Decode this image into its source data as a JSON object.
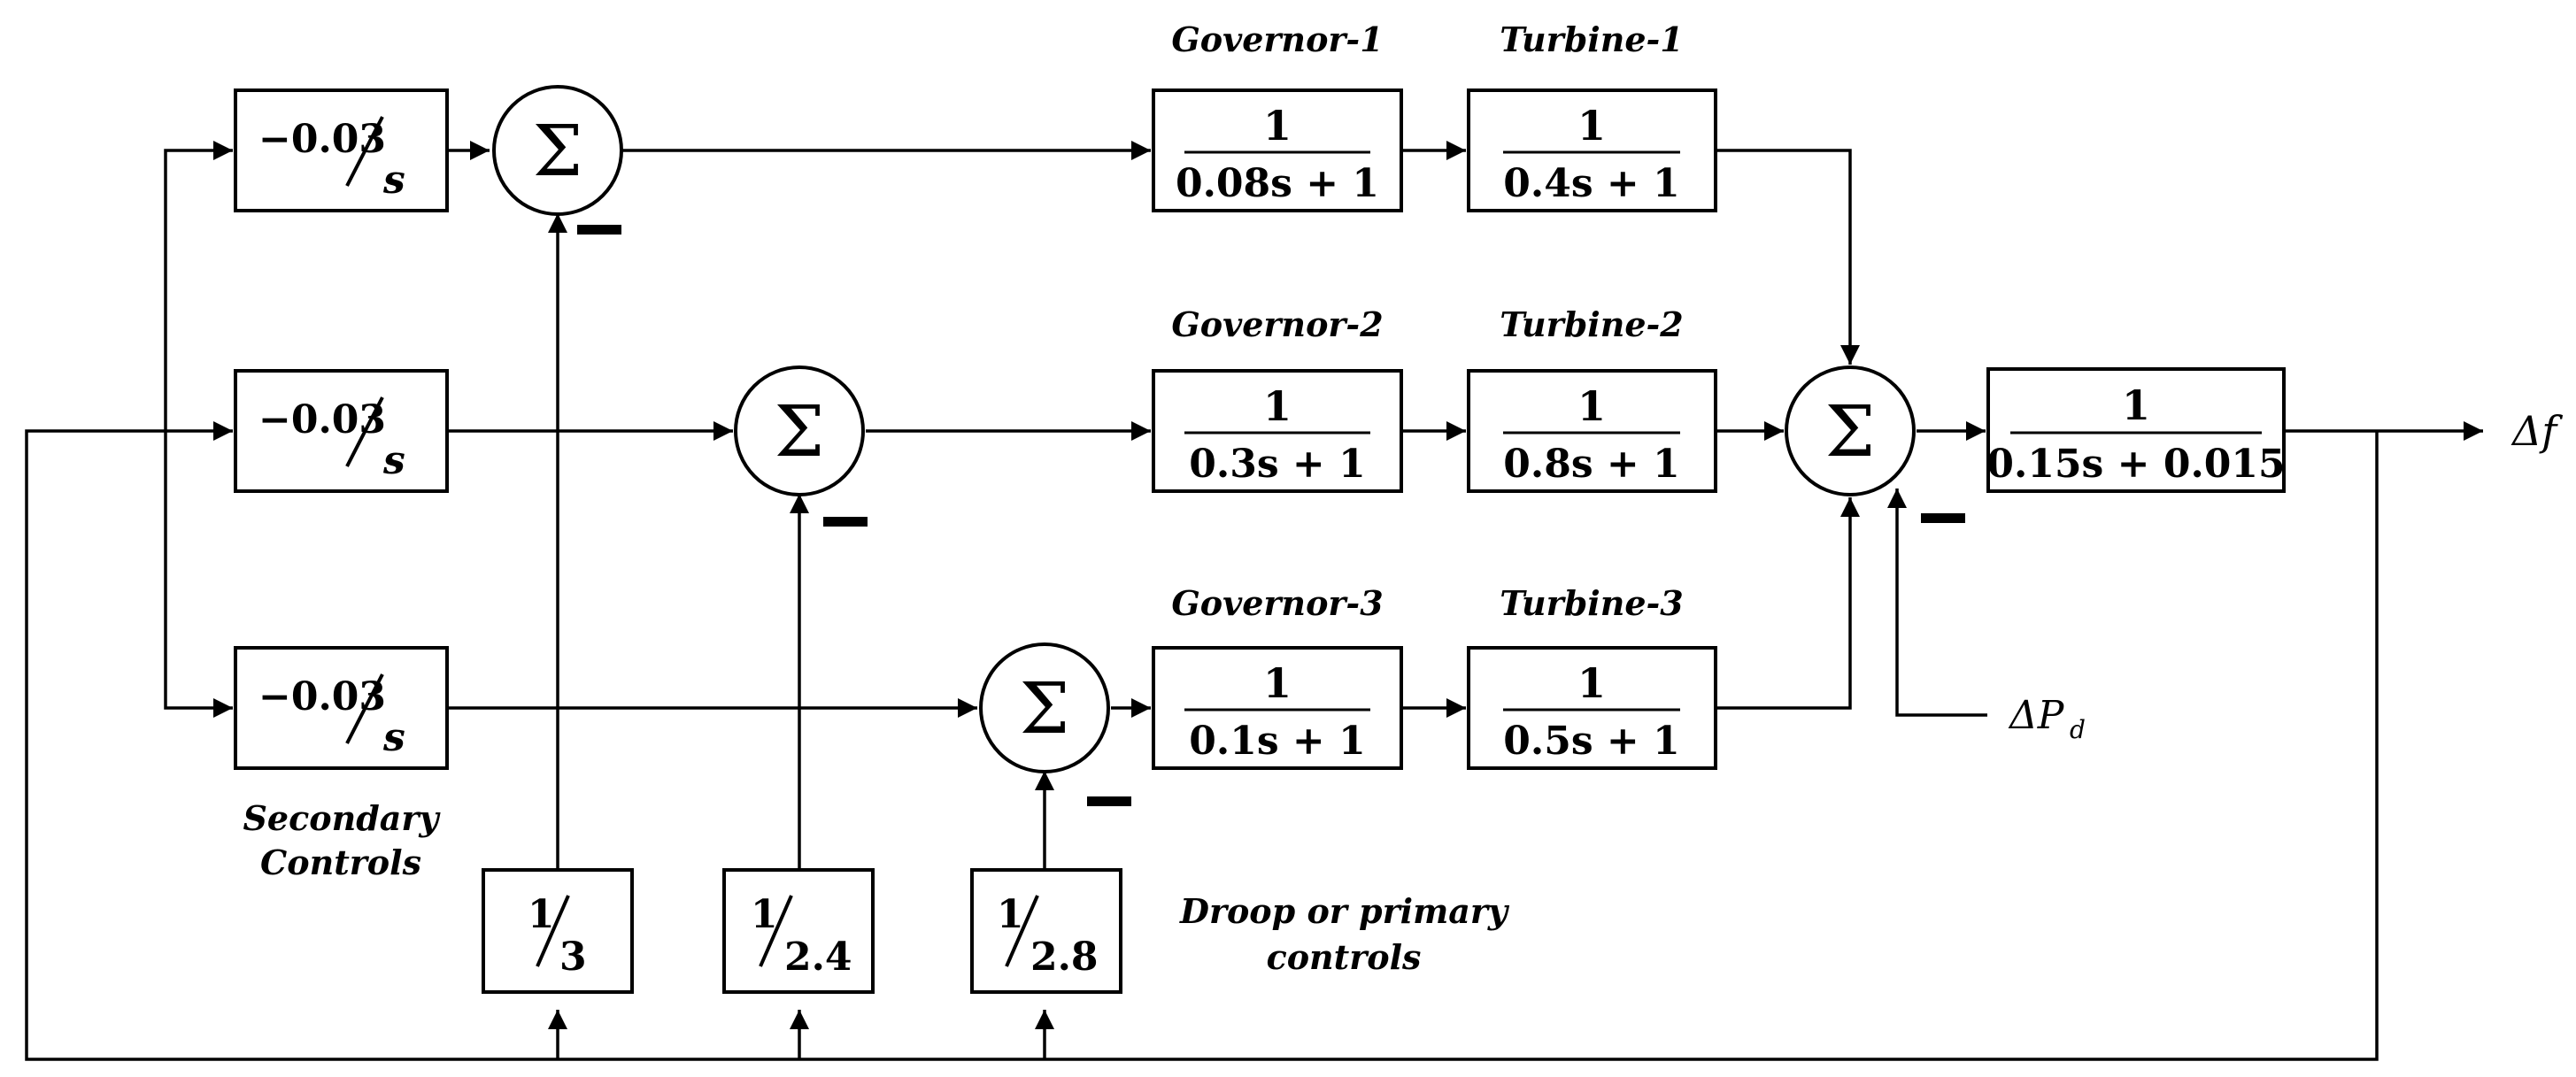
{
  "labels": {
    "governor_1": "Governor-1",
    "turbine_1": "Turbine-1",
    "governor_2": "Governor-2",
    "turbine_2": "Turbine-2",
    "governor_3": "Governor-3",
    "turbine_3": "Turbine-3",
    "secondary_controls_line1": "Secondary",
    "secondary_controls_line2": "Controls",
    "droop_line1": "Droop or primary",
    "droop_line2": "controls",
    "output": "Δf",
    "disturbance": "ΔP",
    "disturbance_sub": "d"
  },
  "secondary": [
    {
      "num": "−0.03",
      "den": "s"
    },
    {
      "num": "−0.03",
      "den": "s"
    },
    {
      "num": "−0.03",
      "den": "s"
    }
  ],
  "droop": [
    {
      "num": "1",
      "den": "3"
    },
    {
      "num": "1",
      "den": "2.4"
    },
    {
      "num": "1",
      "den": "2.8"
    }
  ],
  "governors": [
    {
      "num": "1",
      "den": "0.08s + 1"
    },
    {
      "num": "1",
      "den": "0.3s + 1"
    },
    {
      "num": "1",
      "den": "0.1s + 1"
    }
  ],
  "turbines": [
    {
      "num": "1",
      "den": "0.4s + 1"
    },
    {
      "num": "1",
      "den": "0.8s + 1"
    },
    {
      "num": "1",
      "den": "0.5s + 1"
    }
  ],
  "plant": {
    "num": "1",
    "den": "0.15s + 0.015"
  },
  "sum_symbol": "Σ"
}
